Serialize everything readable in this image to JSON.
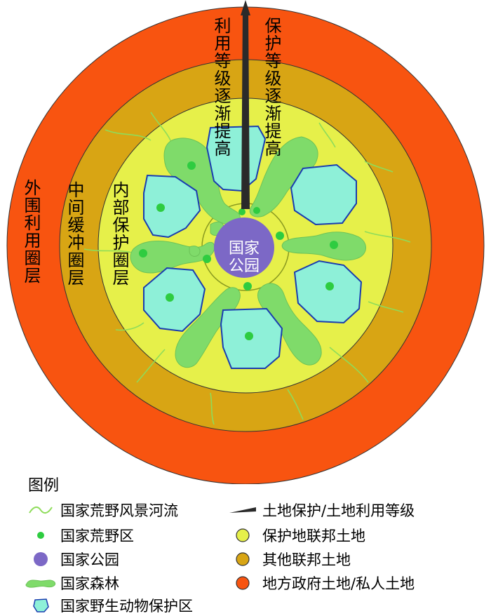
{
  "diagram": {
    "rings": [
      {
        "name": "外围利用圈层",
        "color": "#f85410"
      },
      {
        "name": "中间缓冲圈层",
        "color": "#d8a514"
      },
      {
        "name": "内部保护圈层",
        "color": "#e6f04a"
      }
    ],
    "center_label": [
      "国家",
      "公园"
    ],
    "arrow_left_text": "利用等级逐渐提高",
    "arrow_right_text": "保护等级逐渐提高",
    "colors": {
      "outer": "#f85410",
      "middle": "#d8a514",
      "inner": "#e6f04a",
      "forest": "#7fdb6a",
      "wildlife_fill": "#8ef0d8",
      "wildlife_border": "#1a3cb0",
      "park": "#7c68c6",
      "river": "#8edc5a",
      "dot": "#2ecc40"
    }
  },
  "legend": {
    "title": "图例",
    "items_left": [
      {
        "label": "国家荒野风景河流",
        "icon": "river-icon"
      },
      {
        "label": "国家荒野区",
        "icon": "green-dot-icon"
      },
      {
        "label": "国家公园",
        "icon": "purple-dot-icon"
      },
      {
        "label": "国家森林",
        "icon": "forest-blob-icon"
      },
      {
        "label": "国家野生动物保护区",
        "icon": "wildlife-area-icon"
      }
    ],
    "items_right": [
      {
        "label": "土地保护/土地利用等级",
        "icon": "wedge-arrow-icon"
      },
      {
        "label": "保护地联邦土地",
        "icon": "yellow-circle-icon"
      },
      {
        "label": "其他联邦土地",
        "icon": "ochre-circle-icon"
      },
      {
        "label": "地方政府土地/私人土地",
        "icon": "orange-circle-icon"
      }
    ]
  }
}
